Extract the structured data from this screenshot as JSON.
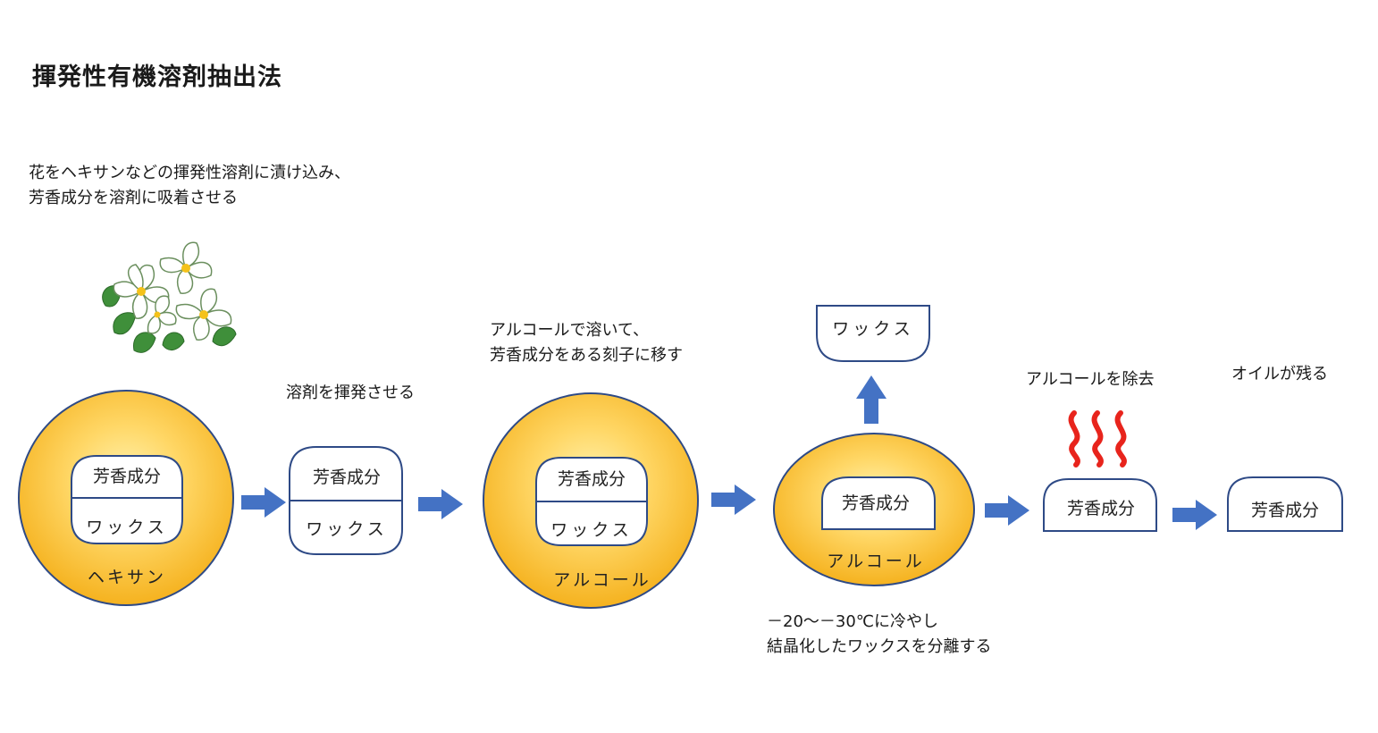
{
  "title": "揮発性有機溶剤抽出法",
  "captions": {
    "step1": [
      "花をヘキサンなどの揮発性溶剤に漬け込み、",
      "芳香成分を溶剤に吸着させる"
    ],
    "step2": [
      "溶剤を揮発させる"
    ],
    "step3": [
      "アルコールで溶いて、",
      "芳香成分をある刻子に移す"
    ],
    "step4": [
      "－20～－30℃に冷やし",
      "結晶化したワックスを分離する"
    ],
    "step5": [
      "アルコールを除去"
    ],
    "step6": [
      "オイルが残る"
    ]
  },
  "labels": {
    "aroma": "芳香成分",
    "wax": "ワックス",
    "hexane": "ヘキサン",
    "alcohol": "アルコール"
  },
  "icons": [
    "flower-icon",
    "heat-icon",
    "arrow-right-icon",
    "arrow-up-icon"
  ],
  "colors": {
    "circle_fill_light": "#fff1a8",
    "circle_fill_dark": "#f7b923",
    "outline": "#2e4a86",
    "arrow": "#4472c4",
    "heat": "#e8241c"
  }
}
